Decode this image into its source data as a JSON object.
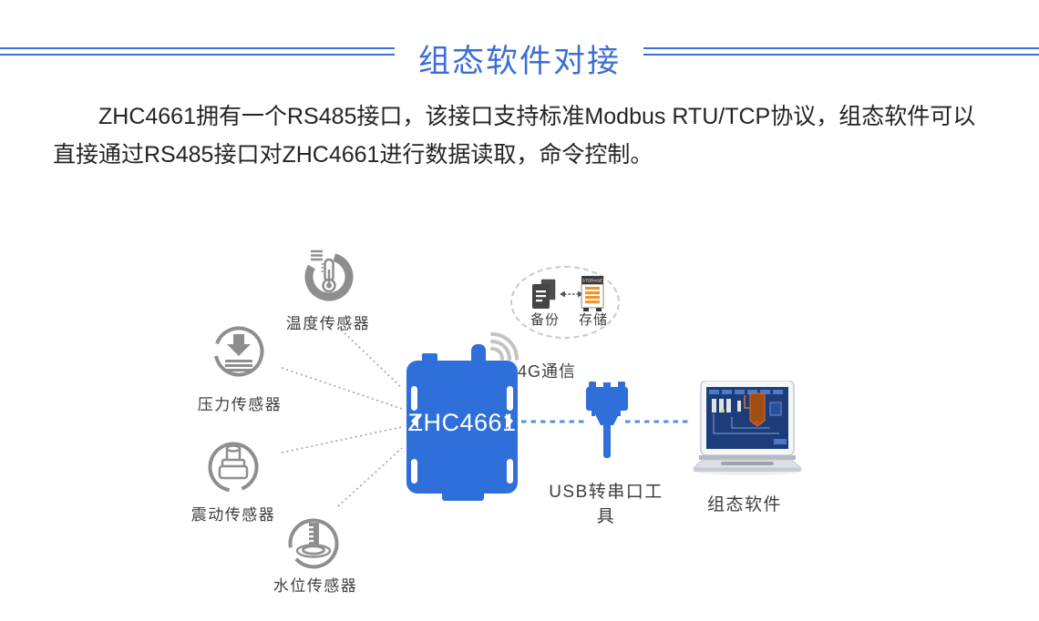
{
  "header": {
    "title": "组态软件对接"
  },
  "intro": {
    "paragraph": "ZHC4661拥有一个RS485接口，该接口支持标准Modbus RTU/TCP协议，组态软件可以直接通过RS485接口对ZHC4661进行数据读取，命令控制。"
  },
  "diagram": {
    "device": {
      "label": "ZHC4661"
    },
    "sensors": [
      {
        "label": "温度传感器"
      },
      {
        "label": "压力传感器"
      },
      {
        "label": "震动传感器"
      },
      {
        "label": "水位传感器"
      }
    ],
    "wireless": {
      "label": "4G通信"
    },
    "cloud": {
      "backup": "备份",
      "storage": "存储",
      "storage_badge": "STORAGE"
    },
    "serial_tool": {
      "label": "USB转串口工具"
    },
    "software": {
      "label": "组态软件"
    }
  },
  "colors": {
    "accent_blue": "#3c6ed5",
    "device_blue": "#2e6fd9",
    "icon_gray": "#8e8e8e",
    "line_blue": "#4b93e6",
    "storage_orange": "#f0962c"
  }
}
